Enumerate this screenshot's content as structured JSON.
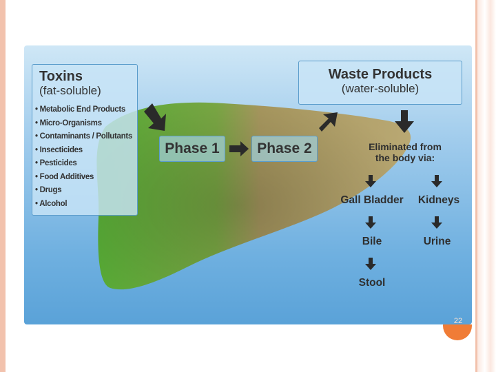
{
  "toxins": {
    "title": "Toxins",
    "subtitle": "(fat-soluble)",
    "items": [
      "Metabolic End Products",
      "Micro-Organisms",
      "Contaminants / Pollutants",
      "Insecticides",
      "Pesticides",
      "Food Additives",
      "Drugs",
      "Alcohol"
    ]
  },
  "phases": {
    "phase1": "Phase 1",
    "phase2": "Phase 2"
  },
  "waste": {
    "title": "Waste Products",
    "subtitle": "(water-soluble)"
  },
  "elimination": {
    "heading_line1": "Eliminated from",
    "heading_line2": "the body via:",
    "left_path": [
      "Gall Bladder",
      "Bile",
      "Stool"
    ],
    "right_path": [
      "Kidneys",
      "Urine"
    ]
  },
  "slide": {
    "page_number": "22"
  },
  "colors": {
    "background_blue": "#6fb0e0",
    "liver_green": "#5fae3a",
    "liver_tan": "#b09a62",
    "accent_orange": "#f07c36"
  }
}
